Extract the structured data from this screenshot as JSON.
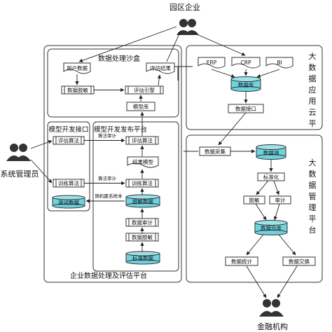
{
  "actors": {
    "park_enterprise": "园区企业",
    "system_admin": "系统管理员",
    "financial_institution": "金融机构"
  },
  "panels": {
    "outer_platform": "企业数据处理及评估平台",
    "sandbox": "数据处理沙盒",
    "model_dev": "模型开发接口",
    "model_dev_publish": "模型开发发布平台",
    "big_data_app_cloud": "大数据应用云平台",
    "big_data_mgmt": "大数据管理平台"
  },
  "nodes": {
    "user_data": "用户数据",
    "data_desensitize_top": "数据脱敏",
    "eval_engine": "评估引擎",
    "eval_result": "评估结果",
    "model_lib": "模型库",
    "eval_algo_left": "评估算法",
    "train_algo_left": "训练算法",
    "test_data": "测试数据",
    "eval_algo": "评估算法",
    "result_model": "结果模型",
    "train_algo": "训练算法",
    "desens_data": "脱敏数据",
    "data_audit_mid": "数据审计",
    "data_desens_mid": "数据脱敏",
    "standard_data": "标准数据",
    "erp": "ERP",
    "crp": "CRP",
    "bi": "BI",
    "database": "数据库",
    "data_interface": "数据接口",
    "data_collect": "数据采集",
    "data_lake": "数据湖",
    "standardize": "标准化",
    "desensitize_r": "脱敏",
    "audit_r": "审计",
    "data_warehouse": "数据仓库",
    "data_stats": "数据统计",
    "data_exchange": "数据交换"
  },
  "edge_labels": {
    "algo_audit_top": "算法审计",
    "algo_audit_bottom": "算法审计",
    "random_sample": "随机匿名样本"
  },
  "colors": {
    "cylinder": "#6fd3df",
    "stroke": "#333333"
  }
}
